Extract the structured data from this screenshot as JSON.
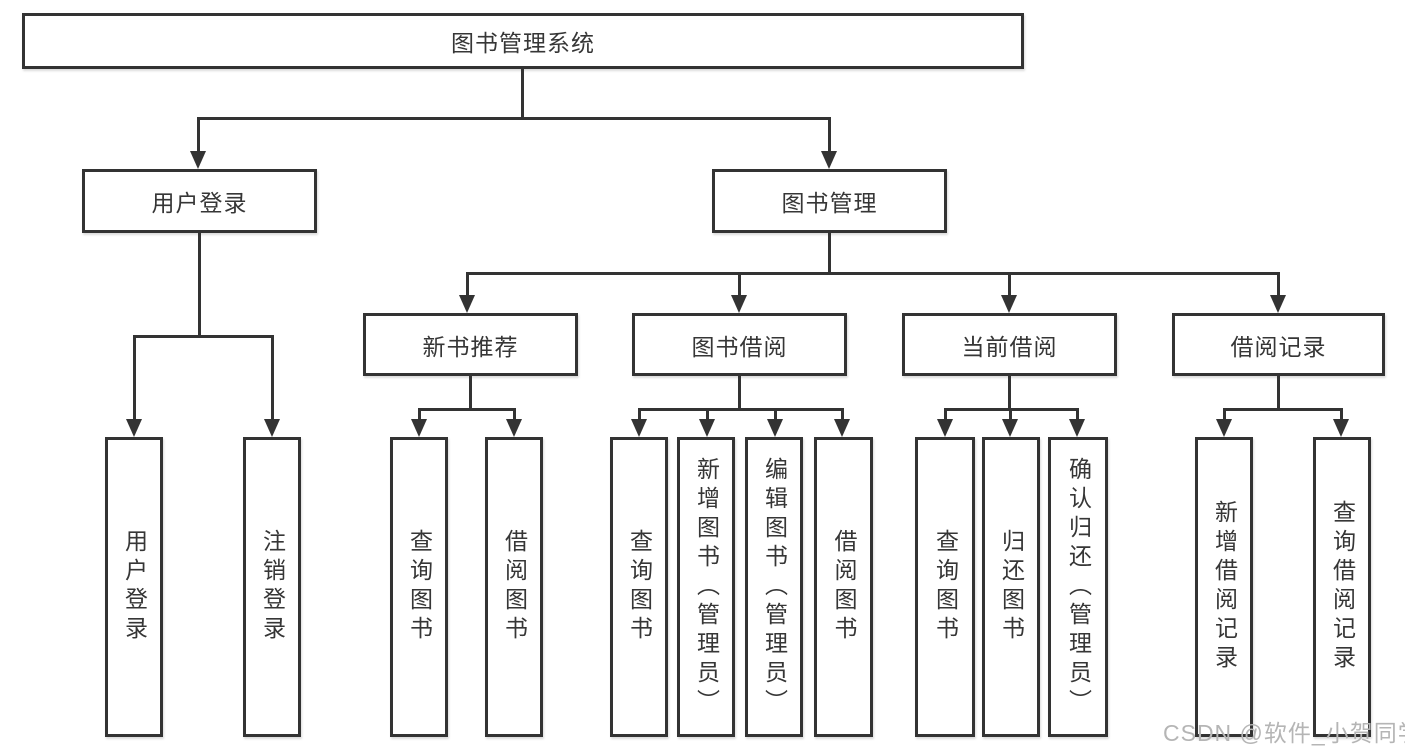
{
  "root": {
    "label": "图书管理系统"
  },
  "level2": [
    {
      "label": "用户登录"
    },
    {
      "label": "图书管理"
    }
  ],
  "level3": [
    {
      "label": "新书推荐"
    },
    {
      "label": "图书借阅"
    },
    {
      "label": "当前借阅"
    },
    {
      "label": "借阅记录"
    }
  ],
  "leaves": [
    {
      "label": "用户登录"
    },
    {
      "label": "注销登录"
    },
    {
      "label": "查询图书"
    },
    {
      "label": "借阅图书"
    },
    {
      "label": "查询图书"
    },
    {
      "label": "新增图书（管理员）"
    },
    {
      "label": "编辑图书（管理员）"
    },
    {
      "label": "借阅图书"
    },
    {
      "label": "查询图书"
    },
    {
      "label": "归还图书"
    },
    {
      "label": "确认归还（管理员）"
    },
    {
      "label": "新增借阅记录"
    },
    {
      "label": "查询借阅记录"
    }
  ],
  "watermark": {
    "text": "CSDN @软件_小贺同学",
    "color": "#b5b5b5"
  },
  "colors": {
    "line": "#333333",
    "text": "#363636",
    "background": "#ffffff"
  }
}
